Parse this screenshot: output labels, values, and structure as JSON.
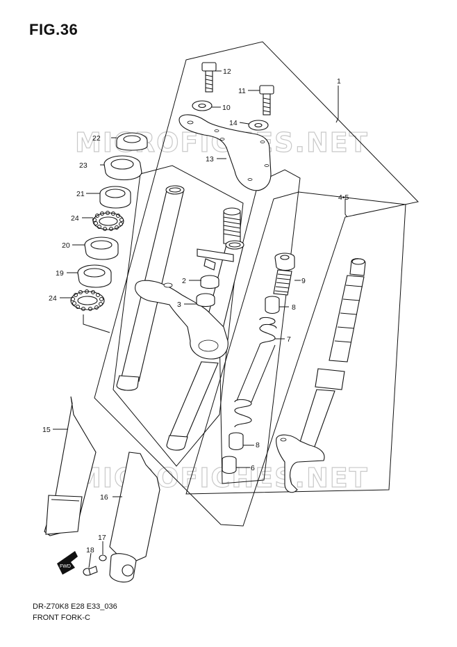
{
  "figure": {
    "title": "FIG.36"
  },
  "footer": {
    "model_code": "DR-Z70K8 E28 E33_036",
    "section_name": "FRONT FORK-C"
  },
  "watermark": {
    "text": "MICROFICHES.NET"
  },
  "fwd_badge": {
    "text": "FWD"
  },
  "callouts": {
    "c1": "1",
    "c2": "2",
    "c3": "3",
    "c45": "4•5",
    "c6": "6",
    "c7": "7",
    "c8a": "8",
    "c8b": "8",
    "c9": "9",
    "c10": "10",
    "c11": "11",
    "c12": "12",
    "c13": "13",
    "c14": "14",
    "c15": "15",
    "c16": "16",
    "c17": "17",
    "c18": "18",
    "c19": "19",
    "c20": "20",
    "c21": "21",
    "c22": "22",
    "c23": "23",
    "c24a": "24",
    "c24b": "24"
  },
  "colors": {
    "line": "#111111",
    "watermark": "#c8c8c8",
    "background": "#ffffff"
  }
}
